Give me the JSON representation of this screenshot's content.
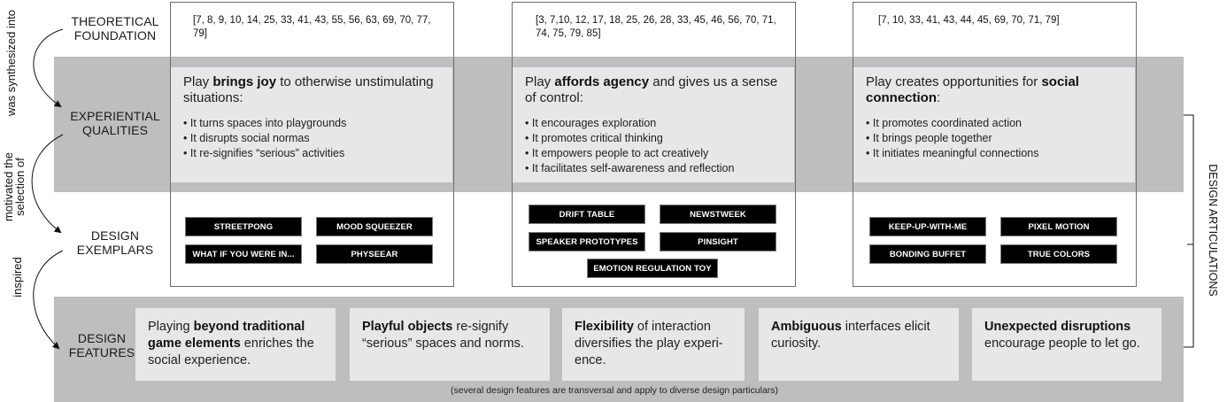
{
  "rows": {
    "theoretical_foundation": "THEORETICAL\nFOUNDATION",
    "experiential_qualities": "EXPERIENTIAL\nQUALITIES",
    "design_exemplars": "DESIGN\nEXEMPLARS",
    "design_features": "DESIGN\nFEATURES"
  },
  "arrows": {
    "synthesized": "was synthesized into",
    "motivated_line1": "motivated the",
    "motivated_line2": "selection of",
    "inspired": "inspired"
  },
  "columns": [
    {
      "refs": "[7, 8, 9, 10, 14, 25, 33, 41, 43, 55, 56, 63, 69, 70, 77, 79]",
      "quality": {
        "pre": "Play ",
        "bold": "brings joy",
        "post": " to otherwise unstimulating situations:",
        "bullets": [
          "It turns spaces into playgrounds",
          "It disrupts social normas",
          "It re-signifies “serious” activities"
        ]
      },
      "exemplars": [
        "STREETPONG",
        "MOOD SQUEEZER",
        "WHAT IF YOU WERE IN...",
        "PHYSEEAR"
      ]
    },
    {
      "refs": "[3, 7,10, 12, 17, 18, 25, 26, 28, 33, 45, 46, 56, 70, 71, 74, 75, 79, 85]",
      "quality": {
        "pre": "Play ",
        "bold": "affords agency",
        "post": " and gives us a sense of control:",
        "bullets": [
          "It encourages exploration",
          "It promotes critical thinking",
          "It empowers people to act creatively",
          "It facilitates self-awareness and reflection"
        ]
      },
      "exemplars": [
        "DRIFT TABLE",
        "NEWSTWEEK",
        "SPEAKER PROTOTYPES",
        "PINSIGHT",
        "EMOTION REGULATION TOY"
      ]
    },
    {
      "refs": "[7, 10, 33, 41, 43, 44, 45, 69, 70, 71, 79]",
      "quality": {
        "pre": "Play creates opportunities for ",
        "bold": "social connection",
        "post": ":",
        "bullets": [
          "It promotes coordinated action",
          "It brings people together",
          "It initiates meaningful connections"
        ]
      },
      "exemplars": [
        "KEEP-UP-WITH-ME",
        "PIXEL MOTION",
        "BONDING BUFFET",
        "TRUE COLORS"
      ]
    }
  ],
  "features": [
    {
      "pre": "Playing ",
      "bold": "beyond traditional game elements",
      "post": " enriches the social experience."
    },
    {
      "pre": "",
      "bold": "Playful objects",
      "post": " re-signify “serious” spaces and norms."
    },
    {
      "pre": "",
      "bold": "Flexibility",
      "post": " of interaction diversifies the play experi-ence."
    },
    {
      "pre": "",
      "bold": "Ambiguous",
      "post": " interfaces elicit curiosity."
    },
    {
      "pre": "",
      "bold": "Unexpected disruptions",
      "post": " encourage people to let go."
    }
  ],
  "features_note": "(several design features are transversal and apply to diverse design particulars)",
  "bracket_label": "DESIGN ARTICULATIONS",
  "colors": {
    "band": "#bdbec0",
    "panel": "#e6e7e8",
    "tag_bg": "#000000",
    "tag_text": "#ffffff",
    "outline": "#6b6b6b"
  }
}
